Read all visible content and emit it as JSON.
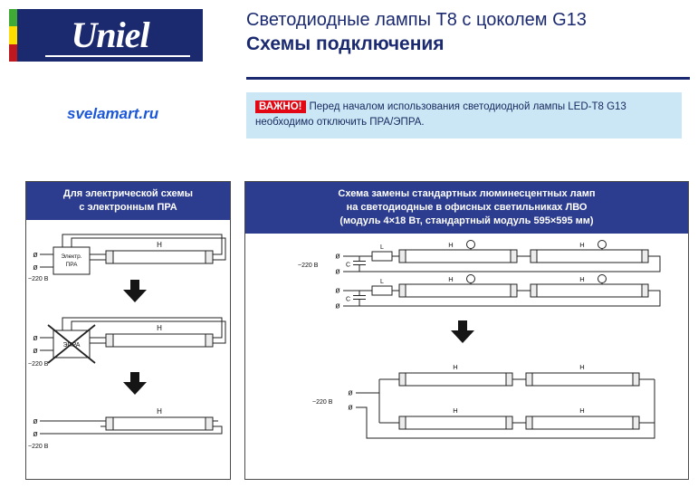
{
  "logo": {
    "brand": "Uniel"
  },
  "header": {
    "line1": "Светодиодные лампы Т8 с цоколем G13",
    "line2": "Схемы подключения"
  },
  "site": {
    "url": "svelamart.ru"
  },
  "notice": {
    "label": "ВАЖНО!",
    "text": "Перед началом использования светодиодной лампы LED-T8 G13 необходимо отключить ПРА/ЭПРА."
  },
  "left_panel": {
    "title1": "Для электрической схемы",
    "title2": "с электронным ПРА",
    "diagram": {
      "voltage": "~220 В",
      "terminal": "ø",
      "ballast1": "Электр.",
      "ballast2": "ПРА",
      "ballast_crossed": "ЭПРА",
      "lamp": "Н"
    }
  },
  "right_panel": {
    "title1": "Схема замены стандартных люминесцентных ламп",
    "title2": "на светодиодные в офисных светильниках ЛВО",
    "title3": "(модуль 4×18 Вт, стандартный модуль 595×595 мм)",
    "diagram": {
      "voltage": "~220 В",
      "terminal": "ø",
      "choke": "L",
      "capacitor": "C",
      "lamp": "Н"
    }
  },
  "colors": {
    "navy": "#1b2a70",
    "panel_header_blue": "#2c3c8e",
    "notice_bg": "#cbe6f5",
    "alert_red": "#e30613",
    "link_blue": "#1b57d6"
  }
}
